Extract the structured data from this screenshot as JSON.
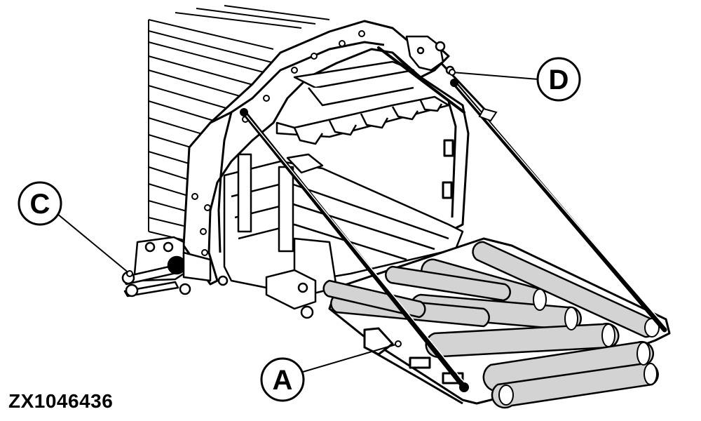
{
  "figure_id": "ZX1046436",
  "callouts": [
    {
      "key": "a",
      "label": "A"
    },
    {
      "key": "c",
      "label": "C"
    },
    {
      "key": "d",
      "label": "D"
    }
  ],
  "colors": {
    "line": "#000000",
    "roller_fill": "#d3d3d3",
    "background": "#ffffff"
  }
}
